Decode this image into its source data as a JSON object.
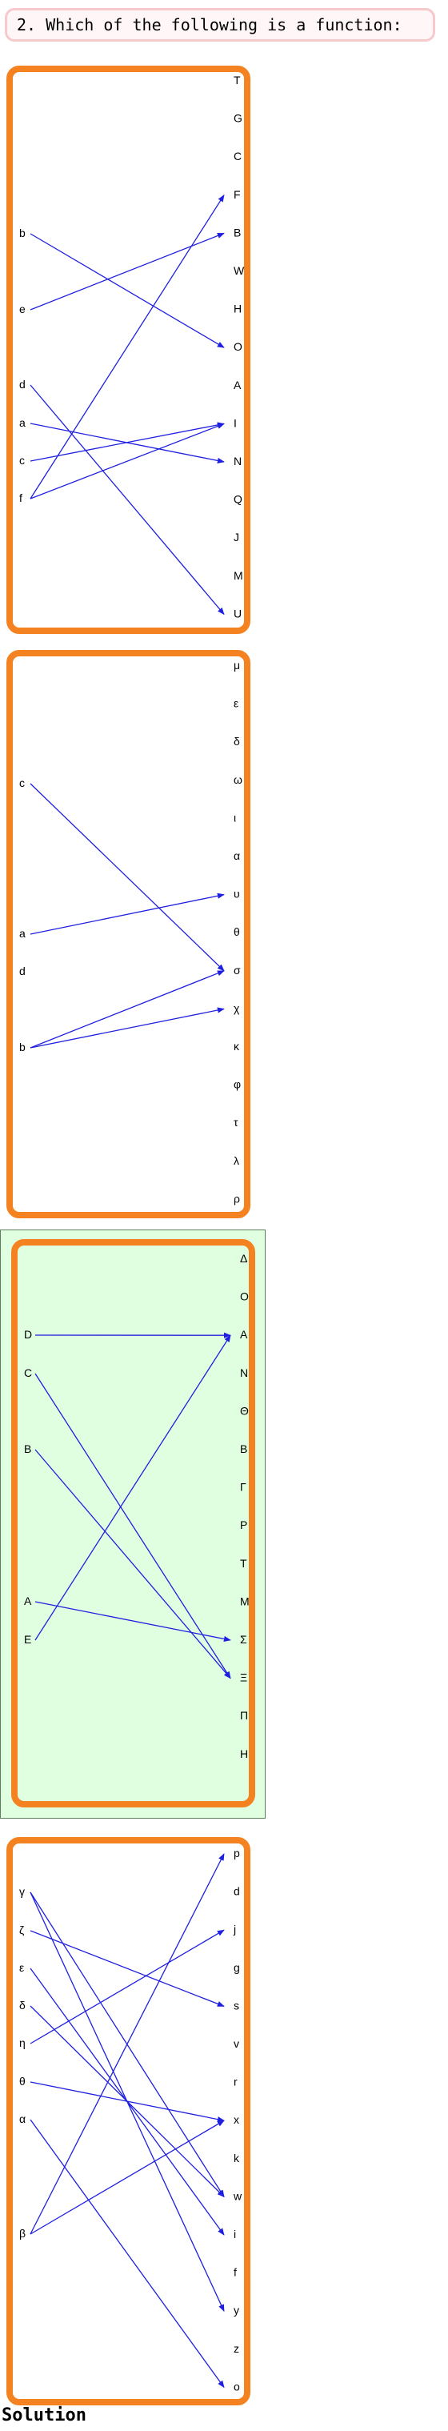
{
  "question": "2. Which of the following is a function:",
  "solution_label": "Solution",
  "colors": {
    "panel_border": "#f58220",
    "edge": "#1f1fe0",
    "highlight_bg": "#e0ffe0"
  },
  "diagrams": [
    {
      "id": "option-1",
      "highlighted": false,
      "domain": [
        "b",
        "e",
        "d",
        "a",
        "c",
        "f"
      ],
      "codomain": [
        "T",
        "G",
        "C",
        "F",
        "B",
        "W",
        "H",
        "O",
        "A",
        "I",
        "N",
        "Q",
        "J",
        "M",
        "U"
      ],
      "mappings": [
        [
          "b",
          "O"
        ],
        [
          "e",
          "B"
        ],
        [
          "d",
          "U"
        ],
        [
          "a",
          "N"
        ],
        [
          "c",
          "I"
        ],
        [
          "f",
          "F"
        ],
        [
          "f",
          "I"
        ]
      ]
    },
    {
      "id": "option-2",
      "highlighted": false,
      "domain": [
        "c",
        "a",
        "d",
        "b"
      ],
      "codomain": [
        "μ",
        "ε",
        "δ",
        "ω",
        "ι",
        "α",
        "υ",
        "θ",
        "σ",
        "χ",
        "κ",
        "φ",
        "τ",
        "λ",
        "ρ"
      ],
      "mappings": [
        [
          "c",
          "σ"
        ],
        [
          "a",
          "υ"
        ],
        [
          "b",
          "σ"
        ],
        [
          "b",
          "χ"
        ]
      ]
    },
    {
      "id": "option-3",
      "highlighted": true,
      "domain": [
        "D",
        "C",
        "B",
        "A",
        "E"
      ],
      "codomain": [
        "Δ",
        "O",
        "A",
        "N",
        "Θ",
        "B",
        "Γ",
        "P",
        "T",
        "M",
        "Σ",
        "Ξ",
        "Π",
        "H"
      ],
      "mappings": [
        [
          "D",
          "A"
        ],
        [
          "C",
          "Ξ"
        ],
        [
          "B",
          "Ξ"
        ],
        [
          "A",
          "Σ"
        ],
        [
          "E",
          "A"
        ]
      ]
    },
    {
      "id": "option-4",
      "highlighted": false,
      "domain": [
        "γ",
        "ζ",
        "ε",
        "δ",
        "η",
        "θ",
        "α",
        "β"
      ],
      "codomain": [
        "p",
        "d",
        "j",
        "g",
        "s",
        "v",
        "r",
        "x",
        "k",
        "w",
        "i",
        "f",
        "y",
        "z",
        "o"
      ],
      "mappings": [
        [
          "γ",
          "w"
        ],
        [
          "γ",
          "y"
        ],
        [
          "ζ",
          "s"
        ],
        [
          "ε",
          "i"
        ],
        [
          "δ",
          "w"
        ],
        [
          "η",
          "j"
        ],
        [
          "θ",
          "x"
        ],
        [
          "α",
          "o"
        ],
        [
          "β",
          "p"
        ],
        [
          "β",
          "x"
        ]
      ]
    }
  ]
}
